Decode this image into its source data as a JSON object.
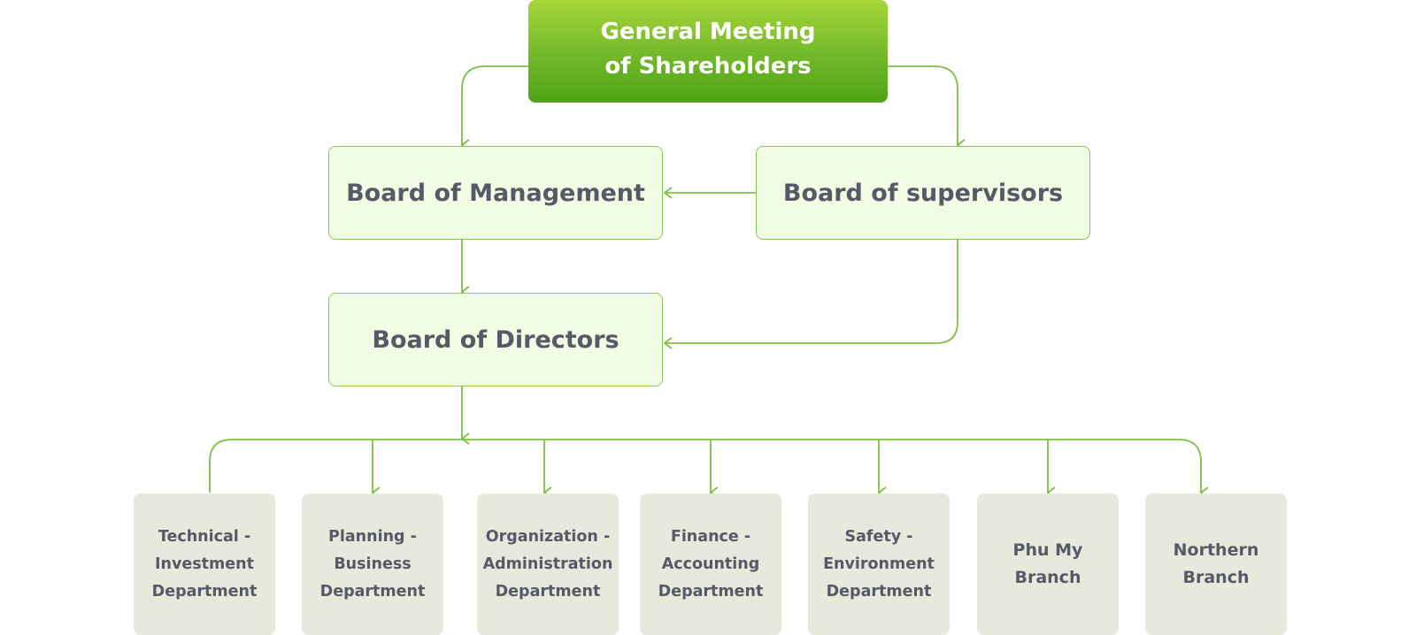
{
  "colors": {
    "connector": "#7cc045",
    "top_gradient_start": "#a6d639",
    "top_gradient_end": "#4fa316",
    "board_fill": "#f1fce4",
    "board_border": "#8cc84f",
    "dept_fill": "#e8e8dd",
    "text_dark": "#565a66"
  },
  "nodes": {
    "top": "General Meeting\nof Shareholders",
    "management": "Board of Management",
    "supervisors": "Board of supervisors",
    "directors": "Board of Directors",
    "departments": [
      "Technical -\nInvestment\nDepartment",
      "Planning -\nBusiness\nDepartment",
      "Organization -\nAdministration\nDepartment",
      "Finance -\nAccounting\nDepartment",
      "Safety -\nEnvironment\nDepartment",
      "Phu My\nBranch",
      "Northern\nBranch"
    ]
  }
}
